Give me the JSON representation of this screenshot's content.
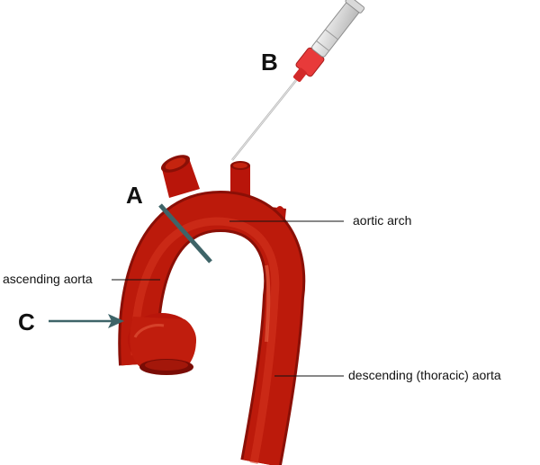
{
  "labels": {
    "aortic_arch": "aortic arch",
    "ascending_aorta": "ascending aorta",
    "descending_aorta": "descending (thoracic) aorta"
  },
  "markers": {
    "a": "A",
    "b": "B",
    "c": "C"
  },
  "colors": {
    "aorta": "#b8150a",
    "aorta_dark": "#7a0c05",
    "aorta_highlight": "#e04a30",
    "marker_line": "#3e6468",
    "needle_hub": "#e83a3a",
    "leader_line": "#111111"
  },
  "icons": {
    "needle": "syringe-needle-icon"
  }
}
